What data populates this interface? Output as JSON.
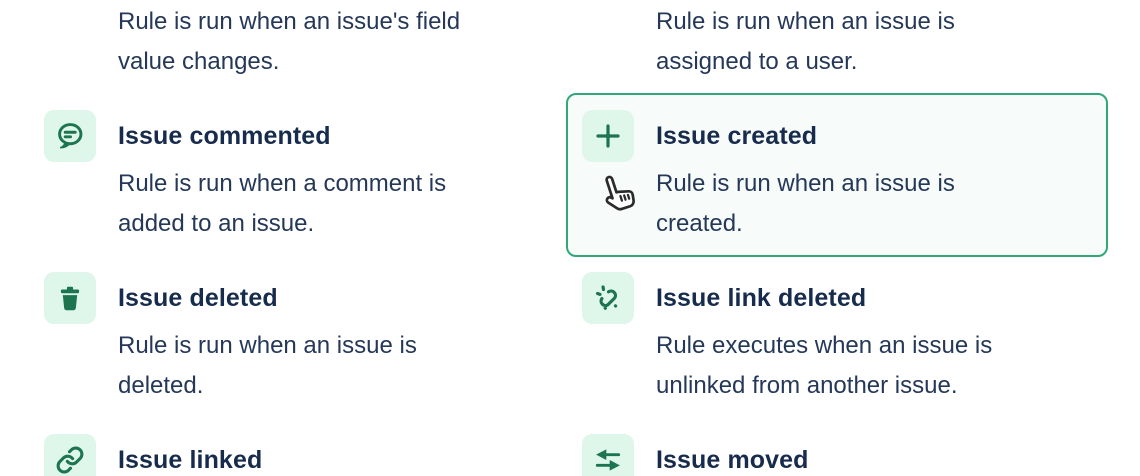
{
  "page": {
    "kind": "automation-trigger-picker",
    "background": "#ffffff"
  },
  "colors": {
    "icon_green": "#1d7550",
    "icon_tile_bg": "#dff6ea",
    "selected_border": "#31a879",
    "selected_bg": "#f7fbf9",
    "title_text": "#172b4d",
    "description_text": "#253858"
  },
  "grid": {
    "cells": [
      {
        "row": 0,
        "col": 0,
        "title": "",
        "icon": "",
        "selected": false,
        "description_lines": [
          "Rule is run when an issue's field",
          "value changes."
        ]
      },
      {
        "row": 0,
        "col": 1,
        "title": "",
        "icon": "",
        "selected": false,
        "description_lines": [
          "Rule is run when an issue is",
          "assigned to a user."
        ]
      },
      {
        "row": 1,
        "col": 0,
        "title": "Issue commented",
        "icon": "comment-icon",
        "selected": false,
        "description_lines": [
          "Rule is run when a comment is",
          "added to an issue."
        ]
      },
      {
        "row": 1,
        "col": 1,
        "title": "Issue created",
        "icon": "plus-icon",
        "selected": true,
        "description_lines": [
          "Rule is run when an issue is",
          "created."
        ]
      },
      {
        "row": 2,
        "col": 0,
        "title": "Issue deleted",
        "icon": "trash-icon",
        "selected": false,
        "description_lines": [
          "Rule is run when an issue is",
          "deleted."
        ]
      },
      {
        "row": 2,
        "col": 1,
        "title": "Issue link deleted",
        "icon": "broken-link-icon",
        "selected": false,
        "description_lines": [
          "Rule executes when an issue is",
          "unlinked from another issue."
        ]
      },
      {
        "row": 3,
        "col": 0,
        "title": "Issue linked",
        "icon": "link-icon",
        "selected": false,
        "description_lines": []
      },
      {
        "row": 3,
        "col": 1,
        "title": "Issue moved",
        "icon": "transfer-arrows-icon",
        "selected": false,
        "description_lines": []
      }
    ]
  },
  "cursor": {
    "type": "pointing-hand"
  }
}
